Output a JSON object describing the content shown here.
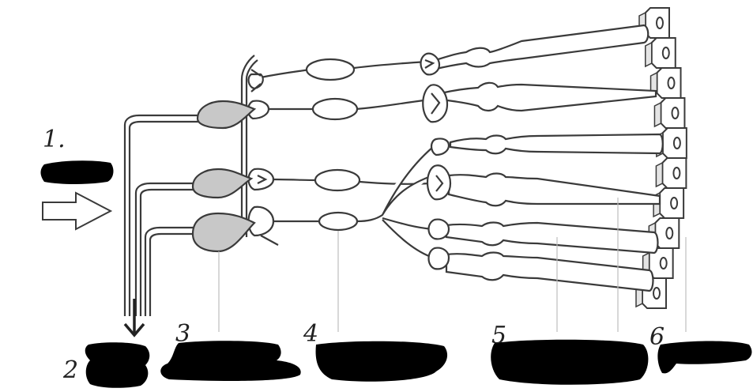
{
  "diagram": {
    "labels": {
      "l1": "1.",
      "l2": "2",
      "l3": "3",
      "l4": "4",
      "l5": "5",
      "l6": "6"
    },
    "colors": {
      "outline": "#3a3a3a",
      "cell_fill": "#ffffff",
      "ganglion_fill": "#c8c8c8",
      "epithelium_fill": "#e4e4e4",
      "redaction": "#000000"
    }
  }
}
